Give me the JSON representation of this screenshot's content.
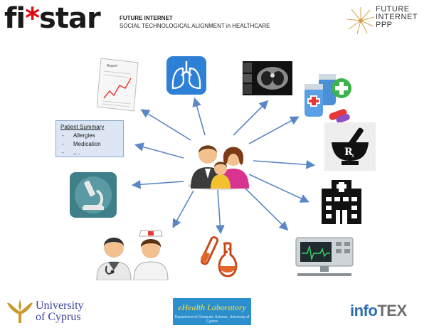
{
  "header": {
    "logo_prefix": "fi",
    "logo_star": "*",
    "logo_suffix": "star",
    "line1": "FUTURE INTERNET",
    "line2": "SOCIAL TECHNOLOGICAL ALIGNMENT  in HEALTHCARE",
    "ppp_logo": [
      "FUTURE",
      "INTERNET",
      "PPP"
    ]
  },
  "patient_summary": {
    "title": "Patient Summary",
    "items": [
      {
        "bullet": "-",
        "text": "Allergies"
      },
      {
        "bullet": "-",
        "text": "Medication"
      },
      {
        "bullet": "-",
        "text": ",…"
      }
    ]
  },
  "report_thumbnail_title": "Report",
  "footer": {
    "university_line1": "University",
    "university_line2": "of Cyprus",
    "ehealth_title": "eHealth Laboratory",
    "ehealth_subtitle": "Department of Computer Science, University of Cyprus",
    "infotex_a": "info",
    "infotex_b": "TEX"
  },
  "colors": {
    "arrow": "#5b87c5",
    "brand_red": "#e30613",
    "lungs_bg": "#2e7fd6",
    "ucy_blue": "#3a3f9e",
    "infotex_blue": "#2a6db3"
  },
  "icons": [
    "family-icon",
    "report-chart-icon",
    "lungs-icon",
    "ct-scan-icon",
    "medicine-bottles-icon",
    "mortar-pestle-rx-icon",
    "hospital-icon",
    "monitor-icon",
    "flasks-icon",
    "doctors-icon",
    "microscope-icon"
  ]
}
